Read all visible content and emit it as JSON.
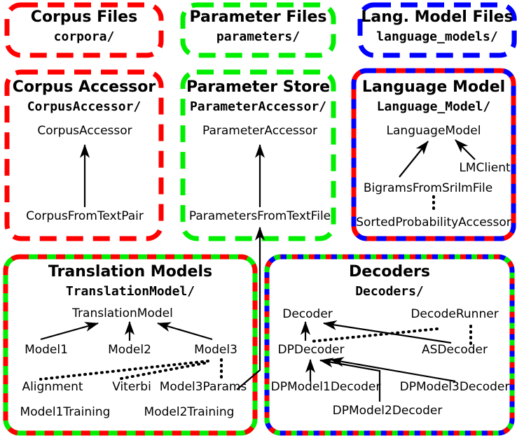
{
  "diagram": {
    "title": "Software architecture package diagram",
    "colors": {
      "red": "#ff0000",
      "green": "#00ee00",
      "blue": "#0000ff",
      "black": "#000000"
    }
  },
  "boxes": [
    {
      "id": "corpus-files",
      "title": "Corpus Files",
      "path": "corpora/",
      "border": "dashed-red",
      "nodes": []
    },
    {
      "id": "parameter-files",
      "title": "Parameter Files",
      "path": "parameters/",
      "border": "dashed-green",
      "nodes": []
    },
    {
      "id": "lang-model-files",
      "title": "Lang. Model Files",
      "path": "language_models/",
      "border": "dashed-blue",
      "nodes": []
    },
    {
      "id": "corpus-accessor",
      "title": "Corpus Accessor",
      "path": "CorpusAccessor/",
      "border": "dashed-red",
      "nodes": [
        {
          "id": "CorpusAccessor",
          "label": "CorpusAccessor"
        },
        {
          "id": "CorpusFromTextPair",
          "label": "CorpusFromTextPair"
        }
      ]
    },
    {
      "id": "parameter-store",
      "title": "Parameter Store",
      "path": "ParameterAccessor/",
      "border": "dashed-green",
      "nodes": [
        {
          "id": "ParameterAccessor",
          "label": "ParameterAccessor"
        },
        {
          "id": "ParametersFromTextFile",
          "label": "ParametersFromTextFile"
        }
      ]
    },
    {
      "id": "language-model",
      "title": "Language Model",
      "path": "Language_Model/",
      "border": "solid-red-blue",
      "nodes": [
        {
          "id": "LanguageModel",
          "label": "LanguageModel"
        },
        {
          "id": "LMClient",
          "label": "LMClient"
        },
        {
          "id": "BigramsFromSrilmFile",
          "label": "BigramsFromSrilmFile"
        },
        {
          "id": "SortedProbabilityAccessor",
          "label": "SortedProbabilityAccessor"
        }
      ]
    },
    {
      "id": "translation-models",
      "title": "Translation Models",
      "path": "TranslationModel/",
      "border": "solid-green-red",
      "nodes": [
        {
          "id": "TranslationModel",
          "label": "TranslationModel"
        },
        {
          "id": "Model1",
          "label": "Model1"
        },
        {
          "id": "Model2",
          "label": "Model2"
        },
        {
          "id": "Model3",
          "label": "Model3"
        },
        {
          "id": "Alignment",
          "label": "Alignment"
        },
        {
          "id": "Viterbi",
          "label": "Viterbi"
        },
        {
          "id": "Model3Params",
          "label": "Model3Params"
        },
        {
          "id": "Model1Training",
          "label": "Model1Training"
        },
        {
          "id": "Model2Training",
          "label": "Model2Training"
        }
      ]
    },
    {
      "id": "decoders",
      "title": "Decoders",
      "path": "Decoders/",
      "border": "solid-blue-red-green",
      "nodes": [
        {
          "id": "Decoder",
          "label": "Decoder"
        },
        {
          "id": "DecodeRunner",
          "label": "DecodeRunner"
        },
        {
          "id": "DPDecoder",
          "label": "DPDecoder"
        },
        {
          "id": "ASDecoder",
          "label": "ASDecoder"
        },
        {
          "id": "DPModel1Decoder",
          "label": "DPModel1Decoder"
        },
        {
          "id": "DPModel3Decoder",
          "label": "DPModel3Decoder"
        },
        {
          "id": "DPModel2Decoder",
          "label": "DPModel2Decoder"
        }
      ]
    }
  ],
  "relations": [
    {
      "from": "CorpusFromTextPair",
      "to": "CorpusAccessor",
      "style": "solid-arrow"
    },
    {
      "from": "ParametersFromTextFile",
      "to": "ParameterAccessor",
      "style": "solid-arrow"
    },
    {
      "from": "Model3Params",
      "to": "ParametersFromTextFile",
      "style": "solid-arrow"
    },
    {
      "from": "BigramsFromSrilmFile",
      "to": "LanguageModel",
      "style": "solid-arrow"
    },
    {
      "from": "LMClient",
      "to": "LanguageModel",
      "style": "solid-arrow"
    },
    {
      "from": "BigramsFromSrilmFile",
      "to": "SortedProbabilityAccessor",
      "style": "dotted"
    },
    {
      "from": "Model1",
      "to": "TranslationModel",
      "style": "solid-arrow"
    },
    {
      "from": "Model2",
      "to": "TranslationModel",
      "style": "solid-arrow"
    },
    {
      "from": "Model3",
      "to": "TranslationModel",
      "style": "solid-arrow"
    },
    {
      "from": "Model3",
      "to": "Alignment",
      "style": "dotted"
    },
    {
      "from": "Model3",
      "to": "Viterbi",
      "style": "dotted"
    },
    {
      "from": "Model3",
      "to": "Model3Params",
      "style": "dotted"
    },
    {
      "from": "DPDecoder",
      "to": "Decoder",
      "style": "solid-arrow"
    },
    {
      "from": "ASDecoder",
      "to": "Decoder",
      "style": "solid-arrow"
    },
    {
      "from": "DecodeRunner",
      "to": "DPDecoder",
      "style": "dotted"
    },
    {
      "from": "DecodeRunner",
      "to": "ASDecoder",
      "style": "dotted"
    },
    {
      "from": "DPModel1Decoder",
      "to": "DPDecoder",
      "style": "solid-arrow"
    },
    {
      "from": "DPModel2Decoder",
      "to": "DPDecoder",
      "style": "solid-arrow"
    },
    {
      "from": "DPModel3Decoder",
      "to": "DPDecoder",
      "style": "solid-arrow"
    }
  ]
}
